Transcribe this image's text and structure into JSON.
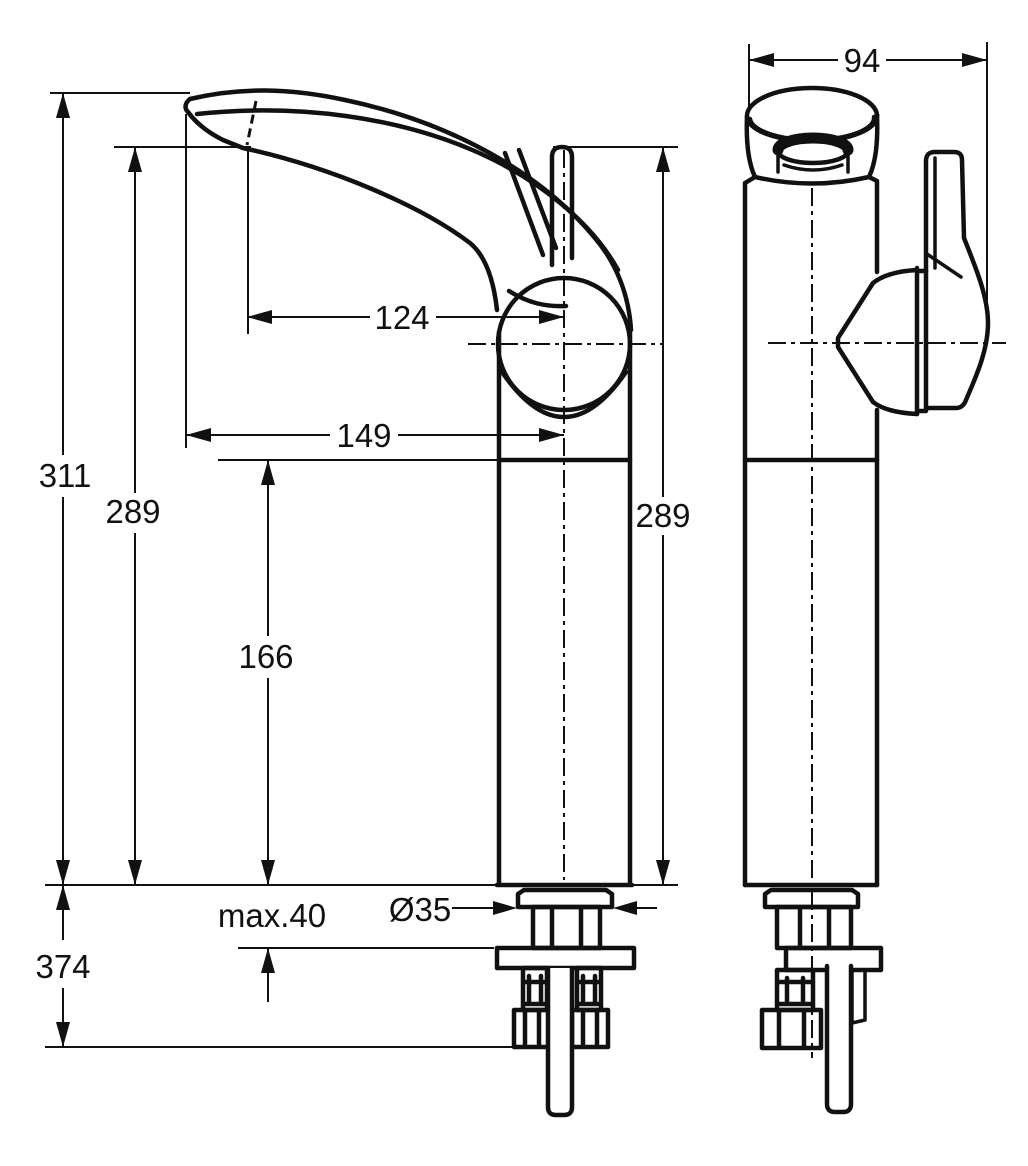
{
  "drawing": {
    "kind": "technical-dimension-drawing",
    "subject": "single-lever tall vessel basin mixer faucet",
    "views": {
      "side_view": "side elevation with spout and supply connections",
      "front_view": "front elevation with lever handle"
    },
    "style": {
      "line_color": "#111111",
      "background": "#ffffff"
    }
  },
  "dimensions": {
    "total_height": "311",
    "spout_outlet_height": "289",
    "outlet_to_axis": "124",
    "spout_tip_to_axis": "149",
    "lower_body_height": "166",
    "handle_side_height": "289",
    "below_deck_depth": "374",
    "deck_thickness_max": "max.40",
    "shank_diameter": "Ø35",
    "body_width": "94"
  }
}
